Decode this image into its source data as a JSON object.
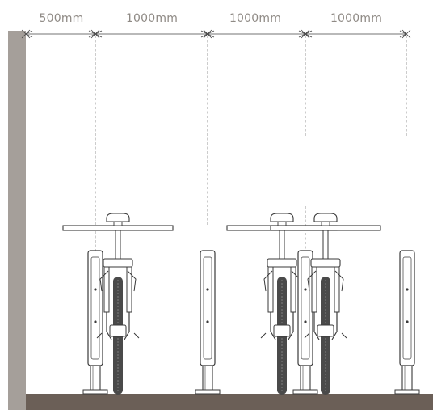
{
  "dimensions": [
    {
      "label": "500mm"
    },
    {
      "label": "1000mm"
    },
    {
      "label": "1000mm"
    },
    {
      "label": "1000mm"
    }
  ],
  "colors": {
    "wall": "#a59f9a",
    "floor": "#6b5f57",
    "line": "#3a3a3a",
    "dim_text": "#8f8a85",
    "tire": "#4a4a4a"
  }
}
